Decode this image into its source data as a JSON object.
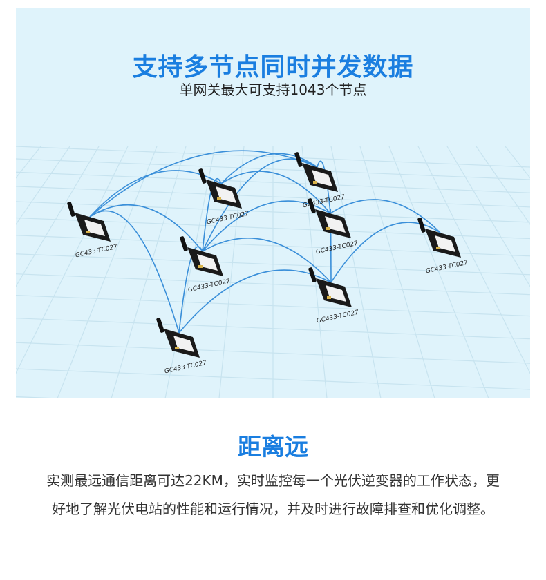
{
  "header": {
    "title": "支持多节点同时并发数据",
    "subtitle": "单网关最大可支持1043个节点"
  },
  "network": {
    "node_label": "GC433-TC027",
    "link_color": "#3a8fd9",
    "grid_color": "#c7e3ef",
    "nodes": [
      {
        "label": "GC433-TC027"
      },
      {
        "label": "GC433-TC027"
      },
      {
        "label": "GC433-TC027"
      },
      {
        "label": "GC433-TC027"
      },
      {
        "label": "GC433-TC027"
      },
      {
        "label": "GC433-TC027"
      },
      {
        "label": "GC433-TC027"
      },
      {
        "label": "GC433-TC027"
      }
    ]
  },
  "section": {
    "title": "距离远",
    "body": "实测最远通信距离可达22KM，实时监控每一个光伏逆变器的工作状态，更好地了解光伏电站的性能和运行情况，并及时进行故障排查和优化调整。"
  },
  "colors": {
    "accent": "#1a7ee0",
    "panel_bg": "#dff3fb"
  }
}
